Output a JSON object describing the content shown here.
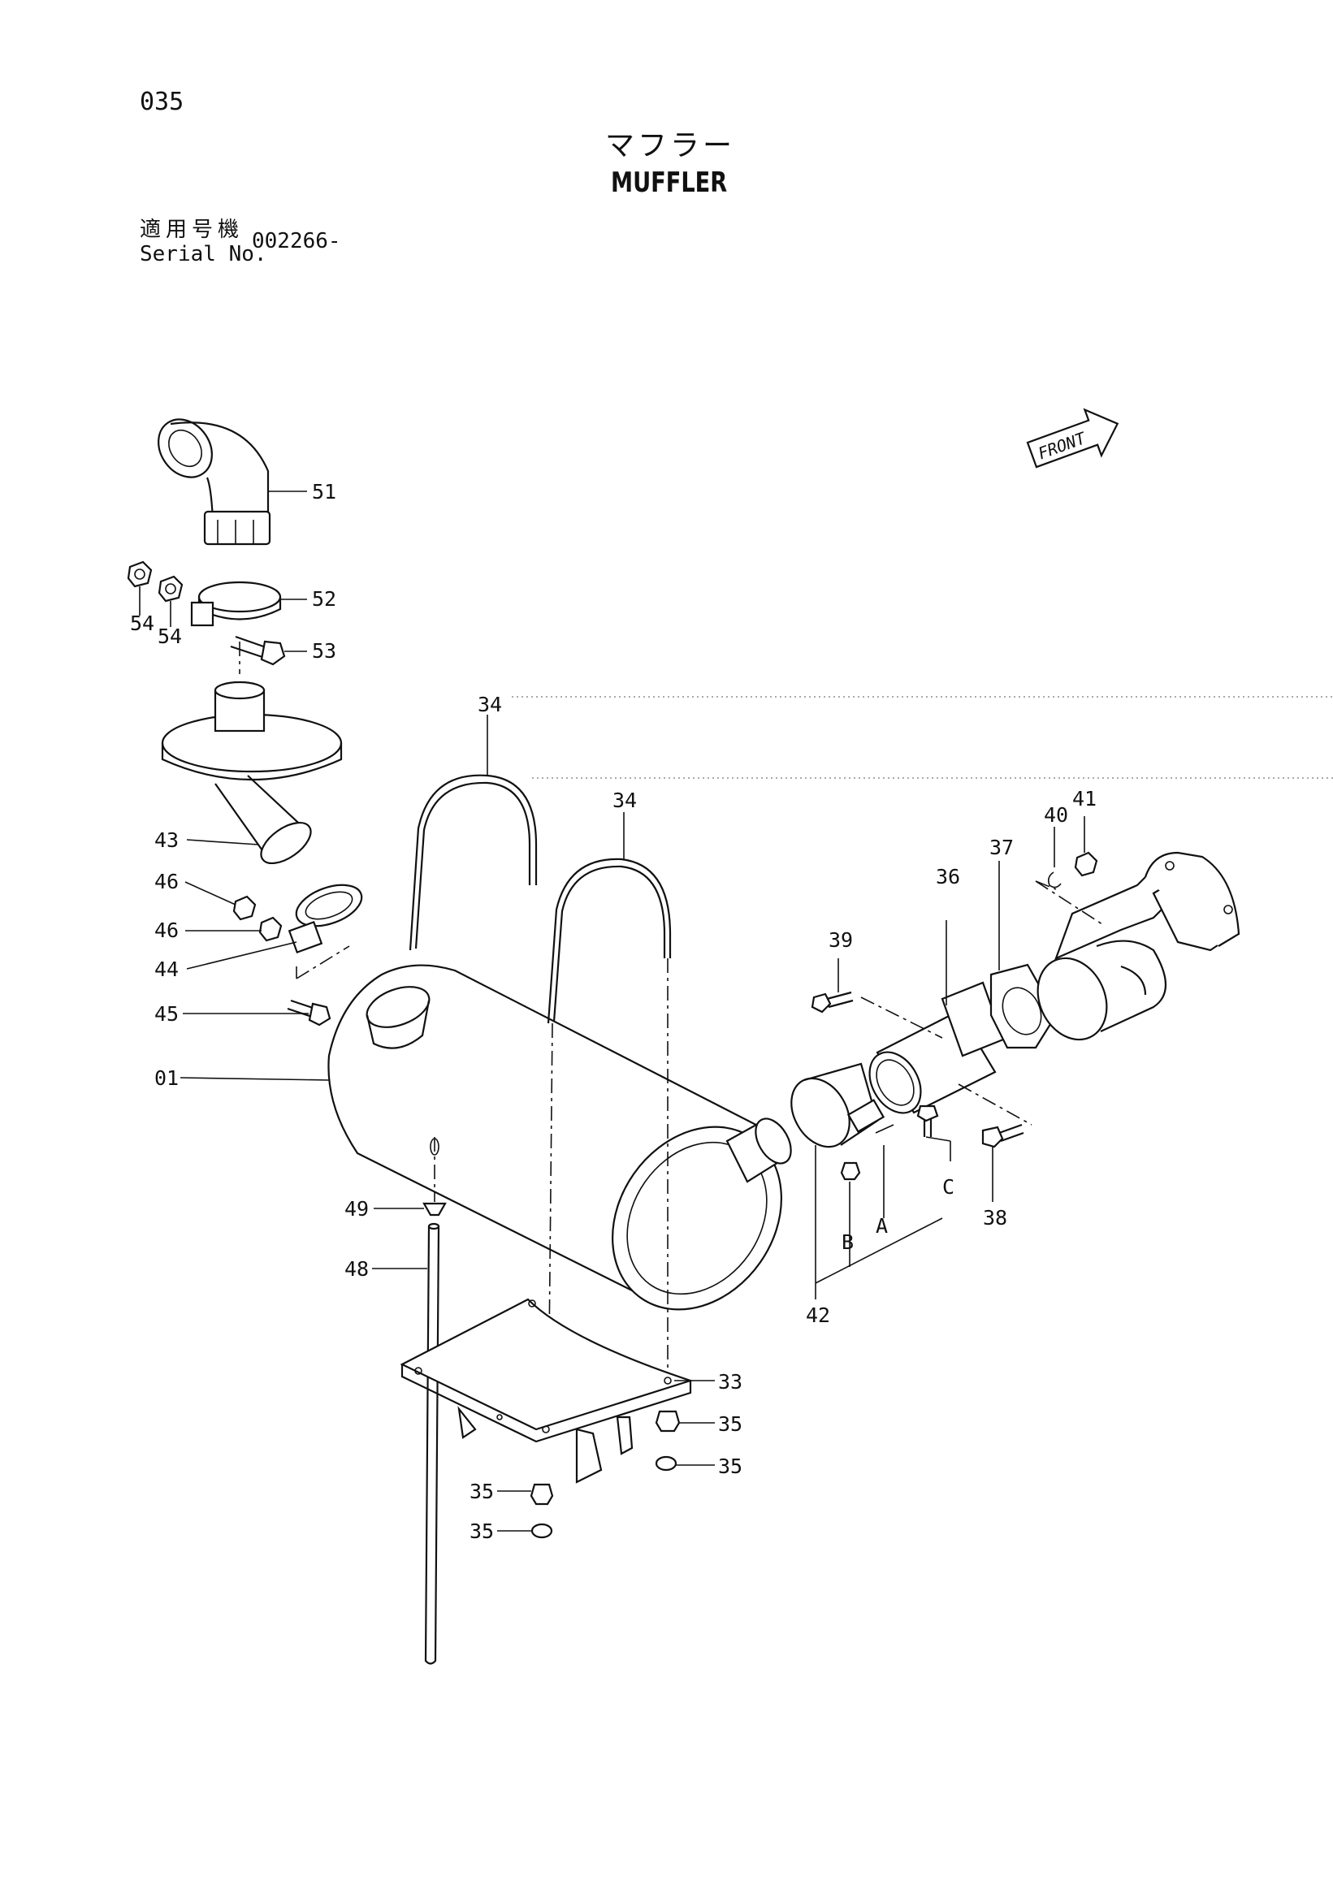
{
  "page_number": "035",
  "title_jp": "マフラー",
  "title_en": "MUFFLER",
  "serial_label_jp": "適用号機",
  "serial_label_en": "Serial No.",
  "serial_value": "002266-",
  "front_label": "FRONT",
  "callouts": {
    "c51": "51",
    "c52": "52",
    "c53": "53",
    "c54a": "54",
    "c54b": "54",
    "c43": "43",
    "c46a": "46",
    "c46b": "46",
    "c44": "44",
    "c45": "45",
    "c01": "01",
    "c49": "49",
    "c48": "48",
    "c34a": "34",
    "c34b": "34",
    "c40": "40",
    "c41": "41",
    "c37": "37",
    "c36": "36",
    "c39": "39",
    "c38": "38",
    "c42": "42",
    "cA": "A",
    "cB": "B",
    "cC": "C",
    "c33": "33",
    "c35a": "35",
    "c35b": "35",
    "c35c": "35",
    "c35d": "35"
  }
}
